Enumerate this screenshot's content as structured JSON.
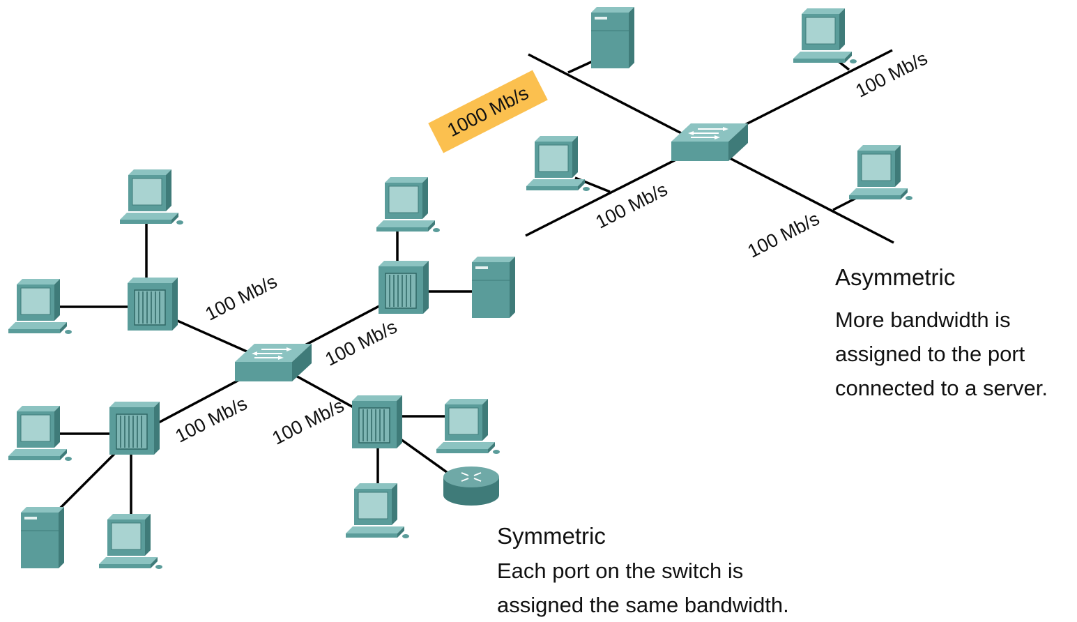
{
  "asymmetric": {
    "title": "Asymmetric",
    "description_lines": [
      "More bandwidth is",
      "assigned to the port",
      "connected to a server."
    ],
    "server_link_speed": "1000 Mb/s",
    "client_link_speed": "100 Mb/s",
    "highlight_color": "#fbc04f"
  },
  "symmetric": {
    "title": "Symmetric",
    "description_lines": [
      "Each port on the switch is",
      "assigned the same bandwidth."
    ],
    "link_speed": "100 Mb/s"
  },
  "colors": {
    "device": "#5a9c9a",
    "device_dark": "#3f7b79",
    "device_light": "#8cc3c1",
    "screen": "#a9d3d1",
    "line": "#000000"
  },
  "icons": [
    "switch-icon",
    "hub-icon",
    "pc-icon",
    "server-icon",
    "router-icon"
  ]
}
